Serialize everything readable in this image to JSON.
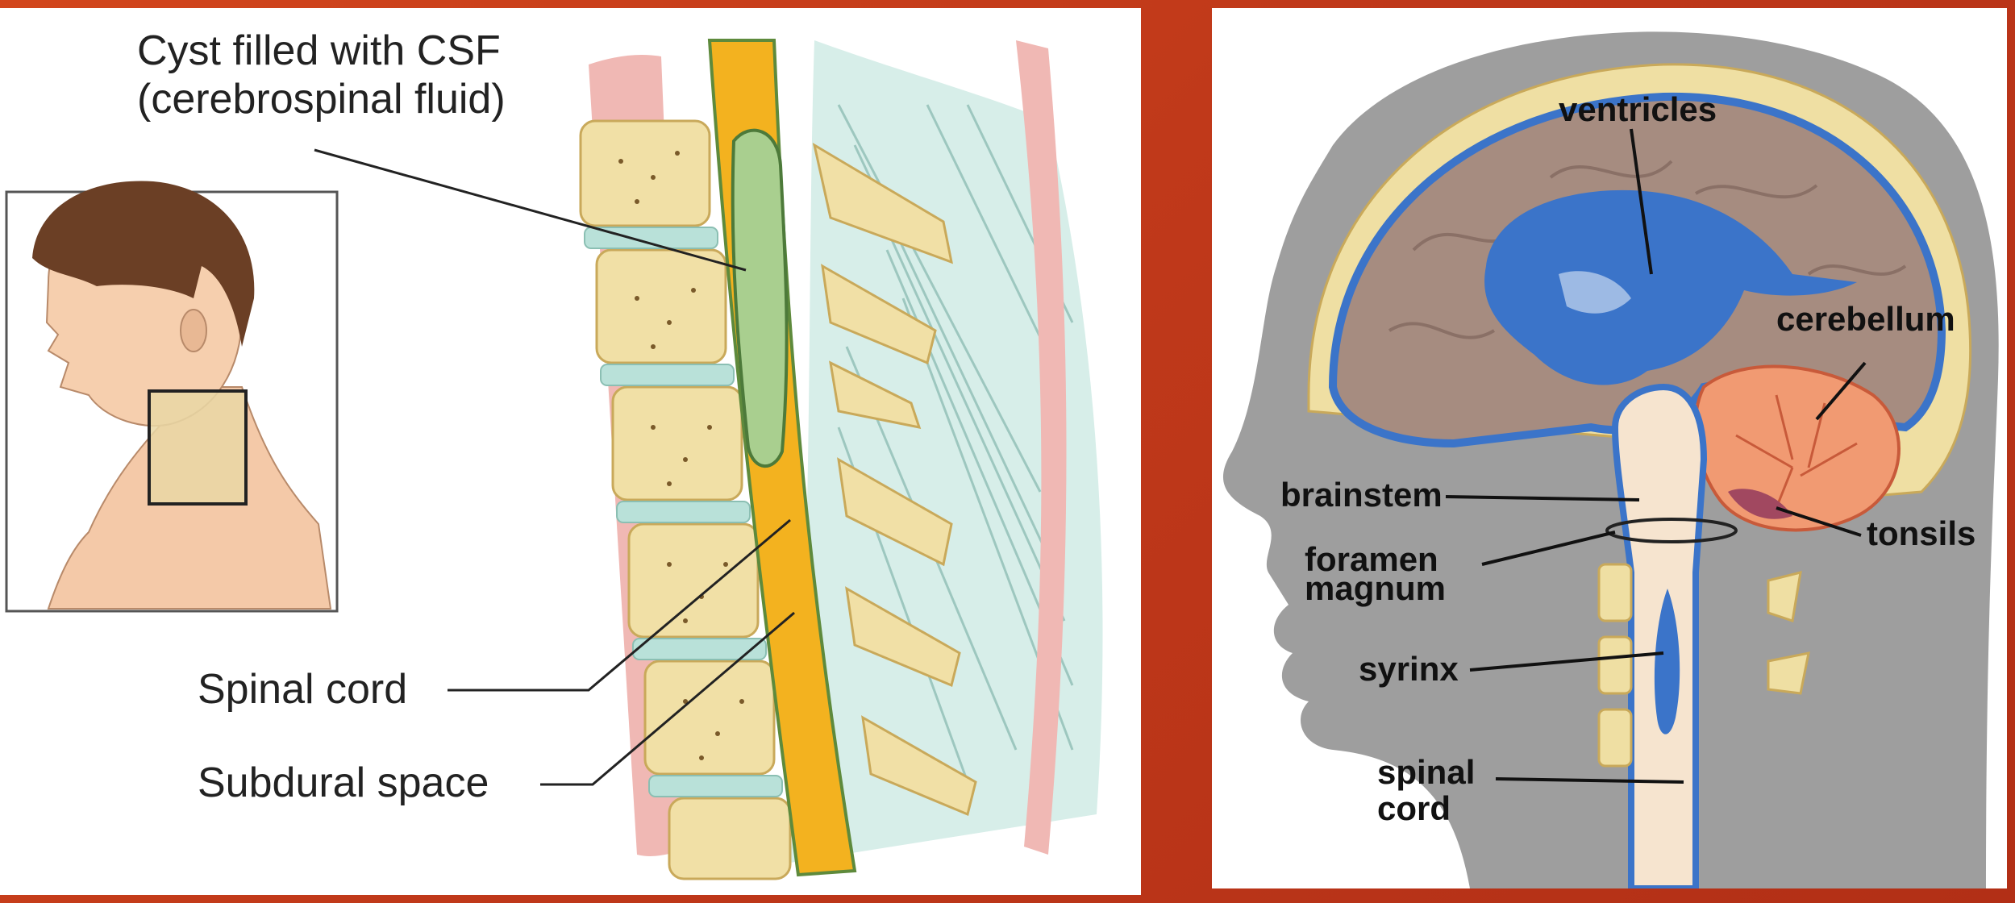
{
  "left_panel": {
    "labels": {
      "cyst_line1": "Cyst filled with CSF",
      "cyst_line2": "(cerebrospinal fluid)",
      "spinal_cord": "Spinal cord",
      "subdural_space": "Subdural space"
    }
  },
  "right_panel": {
    "labels": {
      "ventricles": "ventricles",
      "cerebellum": "cerebellum",
      "brainstem": "brainstem",
      "tonsils": "tonsils",
      "foramen": "foramen",
      "magnum": "magnum",
      "syrinx": "syrinx",
      "spinal": "spinal",
      "cord": "cord"
    }
  },
  "colors": {
    "background_orange": "#c53d1b",
    "csf_blue": "#3b74c9",
    "bone_tan": "#efdfa3",
    "cord_yellow": "#f3b21f",
    "cyst_green": "#a9cf8f",
    "cerebellum_orange": "#f19a72",
    "head_gray": "#9e9e9e"
  }
}
